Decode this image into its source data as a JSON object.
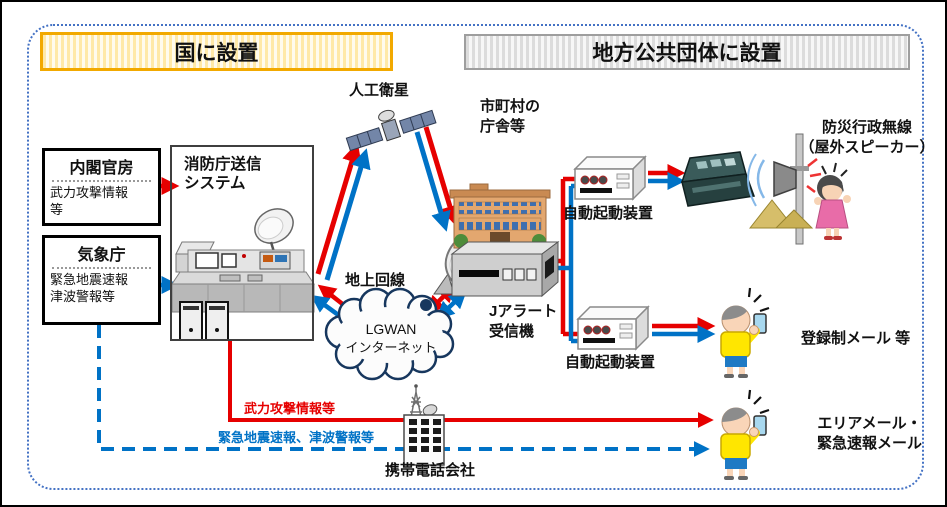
{
  "headers": {
    "national": "国に設置",
    "local": "地方公共団体に設置"
  },
  "sources": {
    "cabinet": {
      "title": "内閣官房",
      "desc": "武力攻撃情報等"
    },
    "jma": {
      "title": "気象庁",
      "desc_line1": "緊急地震速報",
      "desc_line2": "津波警報等"
    }
  },
  "fdma": {
    "title_line1": "消防庁送信",
    "title_line2": "システム"
  },
  "nodes": {
    "satellite": "人工衛星",
    "municipal_line1": "市町村の",
    "municipal_line2": "庁舎等",
    "terrestrial": "地上回線",
    "cloud_line1": "LGWAN",
    "cloud_line2": "インターネット",
    "receiver_line1": "Jアラート",
    "receiver_line2": "受信機",
    "activator_top": "自動起動装置",
    "activator_bottom": "自動起動装置",
    "radio_line1": "防災行政無線",
    "radio_line2": "（屋外スピーカー）",
    "registered_mail": "登録制メール 等",
    "area_mail_line1": "エリアメール・",
    "area_mail_line2": "緊急速報メール",
    "carrier": "携帯電話会社"
  },
  "flows": {
    "attack_info": "武力攻撃情報等",
    "eq_tsunami": "緊急地震速報、津波警報等"
  },
  "colors": {
    "red": "#E60000",
    "blue": "#0072C6",
    "cloud_outline": "#17375E",
    "national_accent": "#F2A900",
    "local_accent": "#9E9E9E",
    "dashed_frame": "#4472C4"
  },
  "icons": {
    "satellite-icon": "inline-svg",
    "satellite-dish-icon": "inline-svg",
    "municipal-building-icon": "inline-svg",
    "jalert-receiver-icon": "inline-svg",
    "lgwan-cloud-icon": "inline-svg",
    "transmission-console-icon": "inline-svg",
    "activator-device-icon": "inline-svg",
    "radio-console-icon": "inline-svg",
    "outdoor-speaker-icon": "inline-svg",
    "person-with-phone-icon": "inline-svg",
    "carrier-building-icon": "inline-svg"
  }
}
